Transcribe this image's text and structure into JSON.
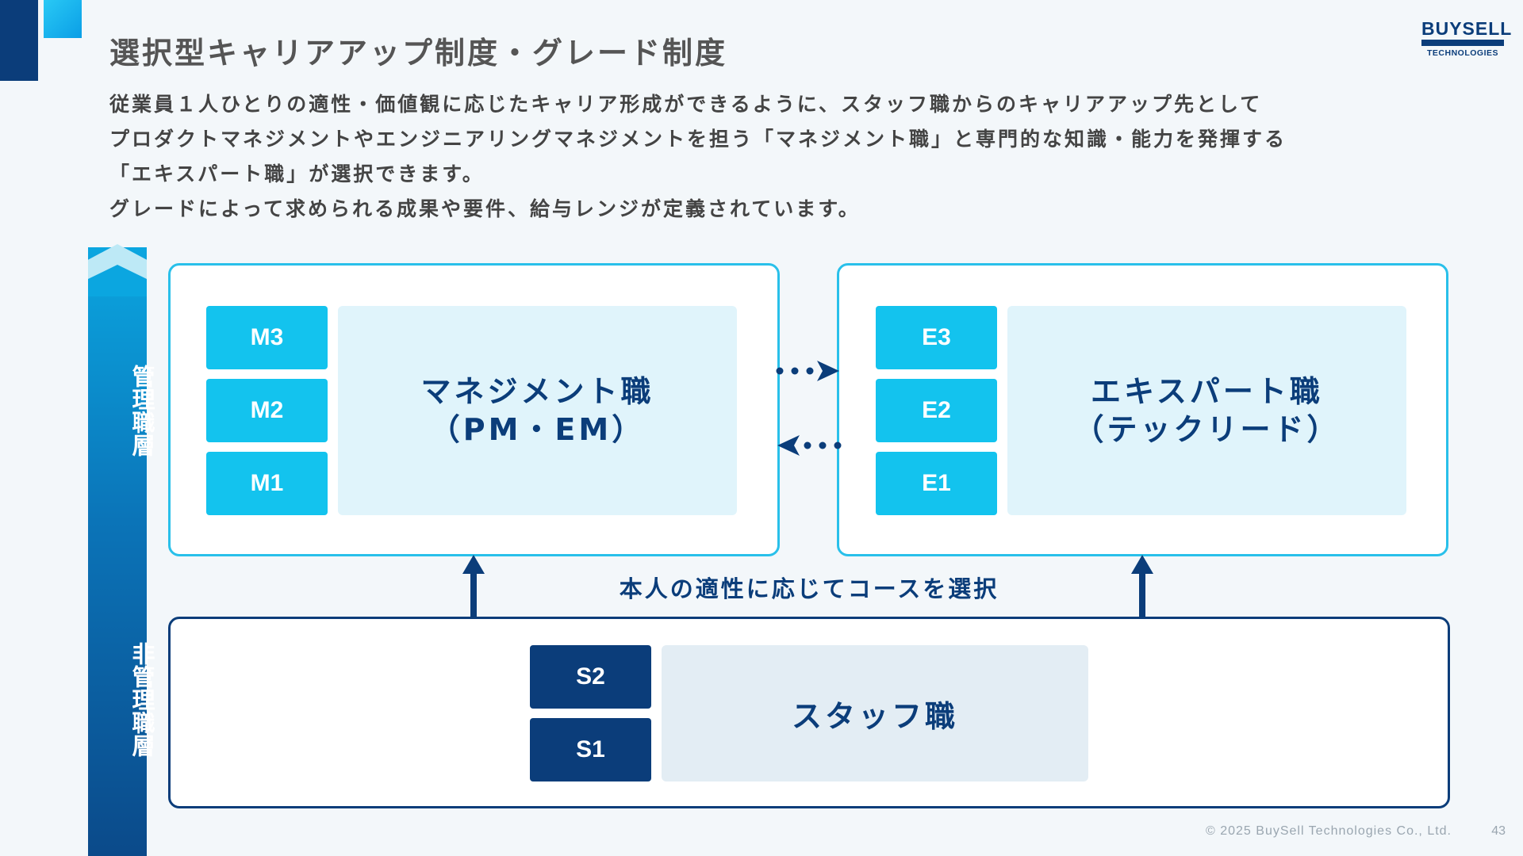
{
  "header": {
    "title": "選択型キャリアアップ制度・グレード制度",
    "logo_main": "BUYSELL",
    "logo_sub": "TECHNOLOGIES"
  },
  "description": [
    "従業員１人ひとりの適性・価値観に応じたキャリア形成ができるように、スタッフ職からのキャリアアップ先として",
    "プロダクトマネジメントやエンジニアリングマネジメントを担う「マネジメント職」と専門的な知識・能力を発揮する",
    "「エキスパート職」が選択できます。",
    "グレードによって求められる成果や要件、給与レンジが定義されています。"
  ],
  "axis": {
    "upper_label": "管理職層",
    "lower_label": "非管理職層"
  },
  "management": {
    "grades": [
      "M3",
      "M2",
      "M1"
    ],
    "title_line1": "マネジメント職",
    "title_line2": "（PM・EM）"
  },
  "expert": {
    "grades": [
      "E3",
      "E2",
      "E1"
    ],
    "title_line1": "エキスパート職",
    "title_line2": "（テックリード）"
  },
  "staff": {
    "grades": [
      "S2",
      "S1"
    ],
    "title": "スタッフ職"
  },
  "arrow_label": "本人の適性に応じてコースを選択",
  "footer": {
    "copyright": "© 2025 BuySell Technologies Co., Ltd.",
    "page": "43"
  },
  "colors": {
    "navy": "#0b3d7a",
    "cyan": "#13c3ee",
    "light_cyan": "#e0f4fb",
    "light_gray_blue": "#e3edf4"
  }
}
